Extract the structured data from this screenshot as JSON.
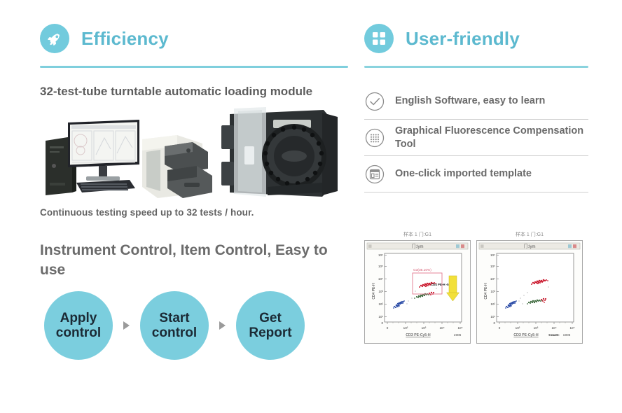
{
  "left": {
    "header": {
      "title": "Efficiency",
      "icon": "rocket-icon"
    },
    "lead": "32-test-tube turntable automatic loading module",
    "caption": "Continuous testing speed up to 32 tests / hour.",
    "subhead": "Instrument Control, Item Control, Easy to use",
    "photos": [
      {
        "name": "workstation-photo",
        "alt": "PC tower, monitor with software, keyboard and analyzer instrument"
      },
      {
        "name": "turntable-photo",
        "alt": "32-test-tube turntable carousel with transparent cover"
      }
    ],
    "flow": [
      {
        "line1": "Apply",
        "line2": "control"
      },
      {
        "line1": "Start",
        "line2": "control"
      },
      {
        "line1": "Get",
        "line2": "Report"
      }
    ]
  },
  "right": {
    "header": {
      "title": "User-friendly",
      "icon": "grid-icon"
    },
    "features": [
      {
        "icon": "check-circle-icon",
        "label": "English Software, easy to learn"
      },
      {
        "icon": "dots-grid-circle-icon",
        "label": "Graphical Fluorescence Compensation Tool"
      },
      {
        "icon": "template-circle-icon",
        "label": "One-click imported template"
      }
    ]
  },
  "plots": [
    {
      "name": "scatter-plot-gated",
      "caption": "样本 1 门:G1",
      "window_title": "门:lym",
      "xlabel": "CD3 PE-Cy5-H",
      "ylabel": "CD4 PE-H",
      "gate_label": "G3(36.10%)",
      "marker_label": "CD4 PE-H -5.34",
      "count_label": "",
      "count_value": "1906",
      "xticks": [
        "0",
        "10²",
        "10³",
        "10⁴",
        "10⁵"
      ],
      "yticks": [
        "0",
        "10¹",
        "10²",
        "10³",
        "10⁴",
        "10⁵",
        "10⁶"
      ]
    },
    {
      "name": "scatter-plot-plain",
      "caption": "样本 1 门:G1",
      "window_title": "门:lym",
      "xlabel": "CD3 PE-Cy5-H",
      "ylabel": "CD4 PE-H",
      "gate_label": "",
      "marker_label": "",
      "count_label": "Count:",
      "count_value": "1906",
      "xticks": [
        "0",
        "10²",
        "10³",
        "10⁴",
        "10⁵"
      ],
      "yticks": [
        "0",
        "10¹",
        "10²",
        "10³",
        "10⁴",
        "10⁵",
        "10⁶"
      ]
    }
  ],
  "colors": {
    "accent_teal": "#7bcede",
    "title_teal": "#5cb9cf",
    "body_gray": "#6a6a6a",
    "cluster_blue": "#2f4fa8",
    "cluster_red": "#cc1f33",
    "cluster_green": "#3f6b3f",
    "gate_pink": "#e2788f",
    "arrow_yellow": "#f2e03a"
  }
}
